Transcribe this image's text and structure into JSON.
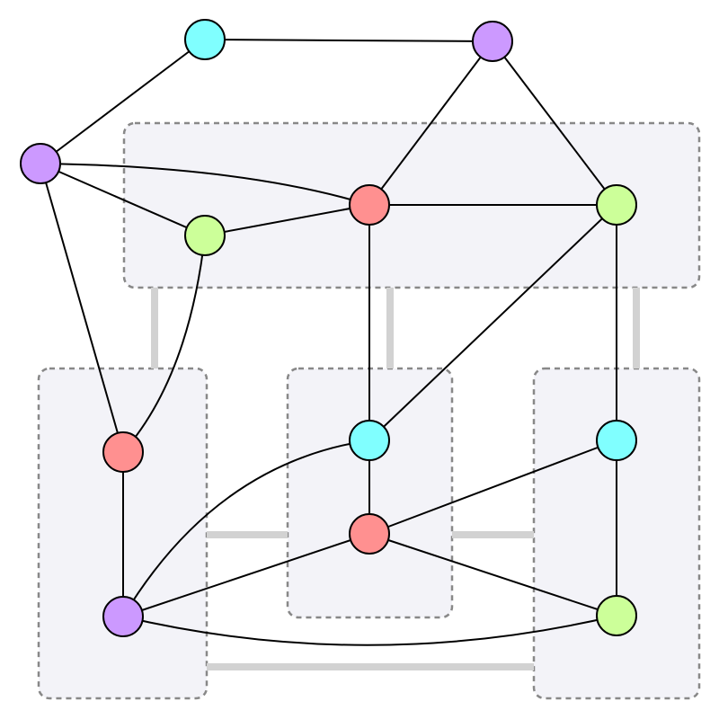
{
  "colors": {
    "background": "#ffffff",
    "group_fill": "#f3f3f8",
    "group_border": "#888888",
    "connector": "#d2d2d2",
    "edge": "#000000",
    "node_stroke": "#000000",
    "cyan": "#80ffff",
    "purple": "#cc99ff",
    "red": "#ff9090",
    "green": "#ccff99"
  },
  "groups": [
    {
      "id": "top"
    },
    {
      "id": "left"
    },
    {
      "id": "middle"
    },
    {
      "id": "right"
    }
  ],
  "group_links": [
    {
      "from": "top",
      "to": "left"
    },
    {
      "from": "top",
      "to": "middle"
    },
    {
      "from": "top",
      "to": "right"
    },
    {
      "from": "left",
      "to": "middle"
    },
    {
      "from": "middle",
      "to": "right"
    },
    {
      "from": "left",
      "to": "right"
    }
  ],
  "nodes": [
    {
      "id": "n1",
      "color": "cyan"
    },
    {
      "id": "n2",
      "color": "purple"
    },
    {
      "id": "n3",
      "color": "purple"
    },
    {
      "id": "n4",
      "color": "green"
    },
    {
      "id": "n5",
      "color": "red"
    },
    {
      "id": "n6",
      "color": "green"
    },
    {
      "id": "n7",
      "color": "red"
    },
    {
      "id": "n8",
      "color": "purple"
    },
    {
      "id": "n9",
      "color": "cyan"
    },
    {
      "id": "n10",
      "color": "red"
    },
    {
      "id": "n11",
      "color": "cyan"
    },
    {
      "id": "n12",
      "color": "green"
    }
  ],
  "edges": [
    {
      "from": "n1",
      "to": "n2"
    },
    {
      "from": "n1",
      "to": "n3"
    },
    {
      "from": "n2",
      "to": "n5"
    },
    {
      "from": "n2",
      "to": "n6"
    },
    {
      "from": "n3",
      "to": "n4"
    },
    {
      "from": "n3",
      "to": "n5"
    },
    {
      "from": "n3",
      "to": "n7"
    },
    {
      "from": "n4",
      "to": "n5"
    },
    {
      "from": "n4",
      "to": "n7"
    },
    {
      "from": "n5",
      "to": "n6"
    },
    {
      "from": "n5",
      "to": "n9"
    },
    {
      "from": "n6",
      "to": "n9"
    },
    {
      "from": "n6",
      "to": "n11"
    },
    {
      "from": "n7",
      "to": "n8"
    },
    {
      "from": "n8",
      "to": "n9"
    },
    {
      "from": "n8",
      "to": "n10"
    },
    {
      "from": "n8",
      "to": "n12"
    },
    {
      "from": "n9",
      "to": "n10"
    },
    {
      "from": "n10",
      "to": "n11"
    },
    {
      "from": "n10",
      "to": "n12"
    },
    {
      "from": "n11",
      "to": "n12"
    }
  ]
}
